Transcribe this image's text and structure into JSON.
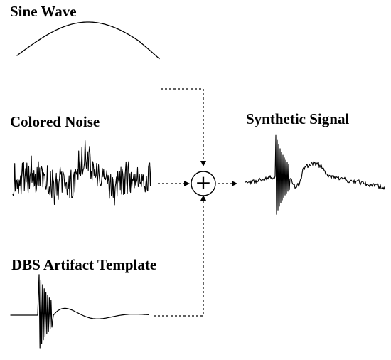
{
  "labels": {
    "sine": "Sine Wave",
    "noise": "Colored Noise",
    "synthetic": "Synthetic Signal",
    "dbs": "DBS Artifact Template"
  },
  "operator": {
    "symbol": "+"
  },
  "colors": {
    "ink": "#000000",
    "background": "#ffffff"
  }
}
